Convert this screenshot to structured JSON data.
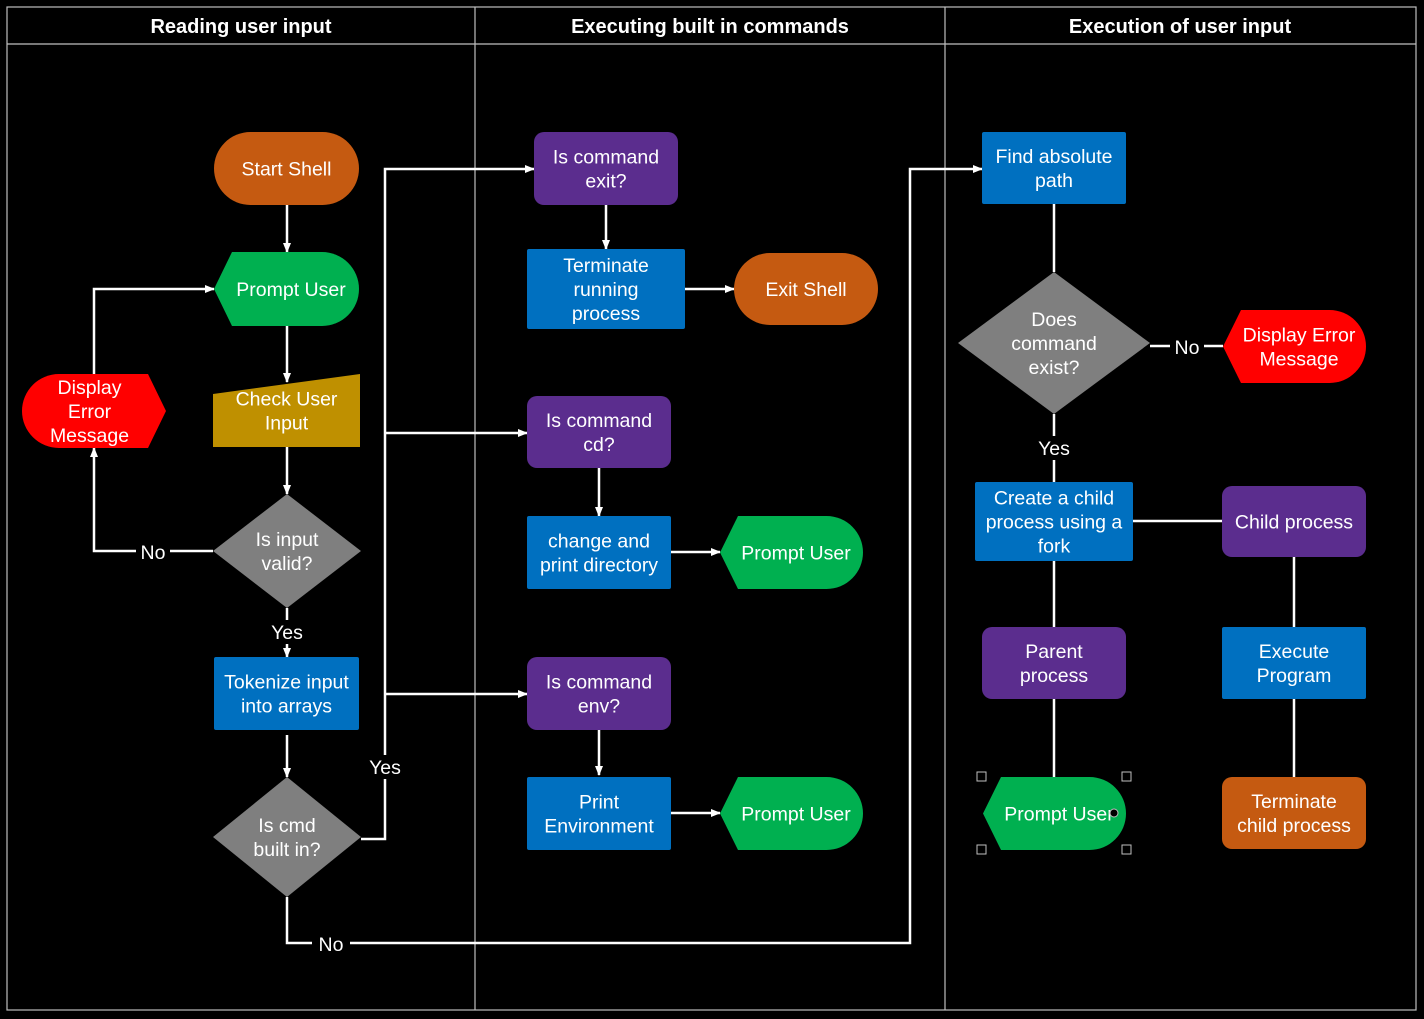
{
  "lanes": [
    {
      "id": "reading",
      "title": "Reading user input"
    },
    {
      "id": "builtin",
      "title": "Executing built in commands"
    },
    {
      "id": "execution",
      "title": "Execution of user input"
    }
  ],
  "colors": {
    "background": "#000000",
    "terminator": "#c55a11",
    "display": "#00b050",
    "manual_input": "#bf9000",
    "decision": "#7f7f7f",
    "process": "#0070c0",
    "subprocess": "#5b2d8e",
    "error": "#ff0000",
    "connector": "#ffffff"
  },
  "nodes": {
    "start_shell": {
      "lines": [
        "Start Shell"
      ],
      "shape": "terminator",
      "color": "#c55a11"
    },
    "prompt_user_1": {
      "lines": [
        "Prompt User"
      ],
      "shape": "display",
      "color": "#00b050"
    },
    "check_user_input": {
      "lines": [
        "Check User",
        "Input"
      ],
      "shape": "manual-input",
      "color": "#bf9000"
    },
    "is_input_valid": {
      "lines": [
        "Is input",
        "valid?"
      ],
      "shape": "decision",
      "color": "#7f7f7f"
    },
    "display_error_1": {
      "lines": [
        "Display",
        "Error",
        "Message"
      ],
      "shape": "display-flipped",
      "color": "#ff0000"
    },
    "tokenize_input": {
      "lines": [
        "Tokenize input",
        "into arrays"
      ],
      "shape": "process",
      "color": "#0070c0"
    },
    "is_cmd_builtin": {
      "lines": [
        "Is cmd",
        "built in?"
      ],
      "shape": "decision",
      "color": "#7f7f7f"
    },
    "is_command_exit": {
      "lines": [
        "Is command",
        "exit?"
      ],
      "shape": "rounded",
      "color": "#5b2d8e"
    },
    "terminate_running_process": {
      "lines": [
        "Terminate",
        "running",
        "process"
      ],
      "shape": "process",
      "color": "#0070c0"
    },
    "exit_shell": {
      "lines": [
        "Exit Shell"
      ],
      "shape": "terminator",
      "color": "#c55a11"
    },
    "is_command_cd": {
      "lines": [
        "Is command",
        "cd?"
      ],
      "shape": "rounded",
      "color": "#5b2d8e"
    },
    "change_print_directory": {
      "lines": [
        "change and",
        "print directory"
      ],
      "shape": "process",
      "color": "#0070c0"
    },
    "prompt_user_2": {
      "lines": [
        "Prompt User"
      ],
      "shape": "display",
      "color": "#00b050"
    },
    "is_command_env": {
      "lines": [
        "Is command",
        "env?"
      ],
      "shape": "rounded",
      "color": "#5b2d8e"
    },
    "print_environment": {
      "lines": [
        "Print",
        "Environment"
      ],
      "shape": "process",
      "color": "#0070c0"
    },
    "prompt_user_3": {
      "lines": [
        "Prompt User"
      ],
      "shape": "display",
      "color": "#00b050"
    },
    "find_absolute_path": {
      "lines": [
        "Find absolute",
        "path"
      ],
      "shape": "process",
      "color": "#0070c0"
    },
    "does_command_exist": {
      "lines": [
        "Does",
        "command",
        "exist?"
      ],
      "shape": "decision",
      "color": "#7f7f7f"
    },
    "display_error_2": {
      "lines": [
        "Display Error",
        "Message"
      ],
      "shape": "display",
      "color": "#ff0000"
    },
    "create_child_process": {
      "lines": [
        "Create a child",
        "process using a",
        "fork"
      ],
      "shape": "process",
      "color": "#0070c0"
    },
    "child_process": {
      "lines": [
        "Child process"
      ],
      "shape": "rounded",
      "color": "#5b2d8e"
    },
    "parent_process": {
      "lines": [
        "Parent",
        "process"
      ],
      "shape": "rounded",
      "color": "#5b2d8e"
    },
    "execute_program": {
      "lines": [
        "Execute",
        "Program"
      ],
      "shape": "process",
      "color": "#0070c0"
    },
    "prompt_user_4": {
      "lines": [
        "Prompt User"
      ],
      "shape": "display",
      "color": "#00b050"
    },
    "terminate_child_process": {
      "lines": [
        "Terminate",
        "child process"
      ],
      "shape": "rounded",
      "color": "#c55a11"
    }
  },
  "edges": [
    {
      "from": "start_shell",
      "to": "prompt_user_1",
      "arrow": true
    },
    {
      "from": "prompt_user_1",
      "to": "check_user_input",
      "arrow": true
    },
    {
      "from": "check_user_input",
      "to": "is_input_valid",
      "arrow": true
    },
    {
      "from": "is_input_valid",
      "to": "display_error_1",
      "label": "No",
      "arrow": true
    },
    {
      "from": "display_error_1",
      "to": "prompt_user_1",
      "arrow": true
    },
    {
      "from": "is_input_valid",
      "to": "tokenize_input",
      "label": "Yes",
      "arrow": true
    },
    {
      "from": "tokenize_input",
      "to": "is_cmd_builtin",
      "arrow": true
    },
    {
      "from": "is_cmd_builtin",
      "to": "is_command_exit",
      "label": "Yes",
      "arrow": true
    },
    {
      "from": "is_cmd_builtin",
      "to": "is_command_cd",
      "arrow": true
    },
    {
      "from": "is_cmd_builtin",
      "to": "is_command_env",
      "arrow": true
    },
    {
      "from": "is_cmd_builtin",
      "to": "find_absolute_path",
      "label": "No",
      "arrow": true
    },
    {
      "from": "is_command_exit",
      "to": "terminate_running_process",
      "arrow": true
    },
    {
      "from": "terminate_running_process",
      "to": "exit_shell",
      "arrow": true
    },
    {
      "from": "is_command_cd",
      "to": "change_print_directory",
      "arrow": true
    },
    {
      "from": "change_print_directory",
      "to": "prompt_user_2",
      "arrow": true
    },
    {
      "from": "is_command_env",
      "to": "print_environment",
      "arrow": true
    },
    {
      "from": "print_environment",
      "to": "prompt_user_3",
      "arrow": true
    },
    {
      "from": "find_absolute_path",
      "to": "does_command_exist",
      "arrow": false
    },
    {
      "from": "does_command_exist",
      "to": "display_error_2",
      "label": "No",
      "arrow": false
    },
    {
      "from": "does_command_exist",
      "to": "create_child_process",
      "label": "Yes",
      "arrow": false
    },
    {
      "from": "create_child_process",
      "to": "child_process",
      "arrow": false
    },
    {
      "from": "create_child_process",
      "to": "parent_process",
      "arrow": false
    },
    {
      "from": "parent_process",
      "to": "prompt_user_4",
      "arrow": false
    },
    {
      "from": "child_process",
      "to": "execute_program",
      "arrow": false
    },
    {
      "from": "execute_program",
      "to": "terminate_child_process",
      "arrow": false
    }
  ]
}
